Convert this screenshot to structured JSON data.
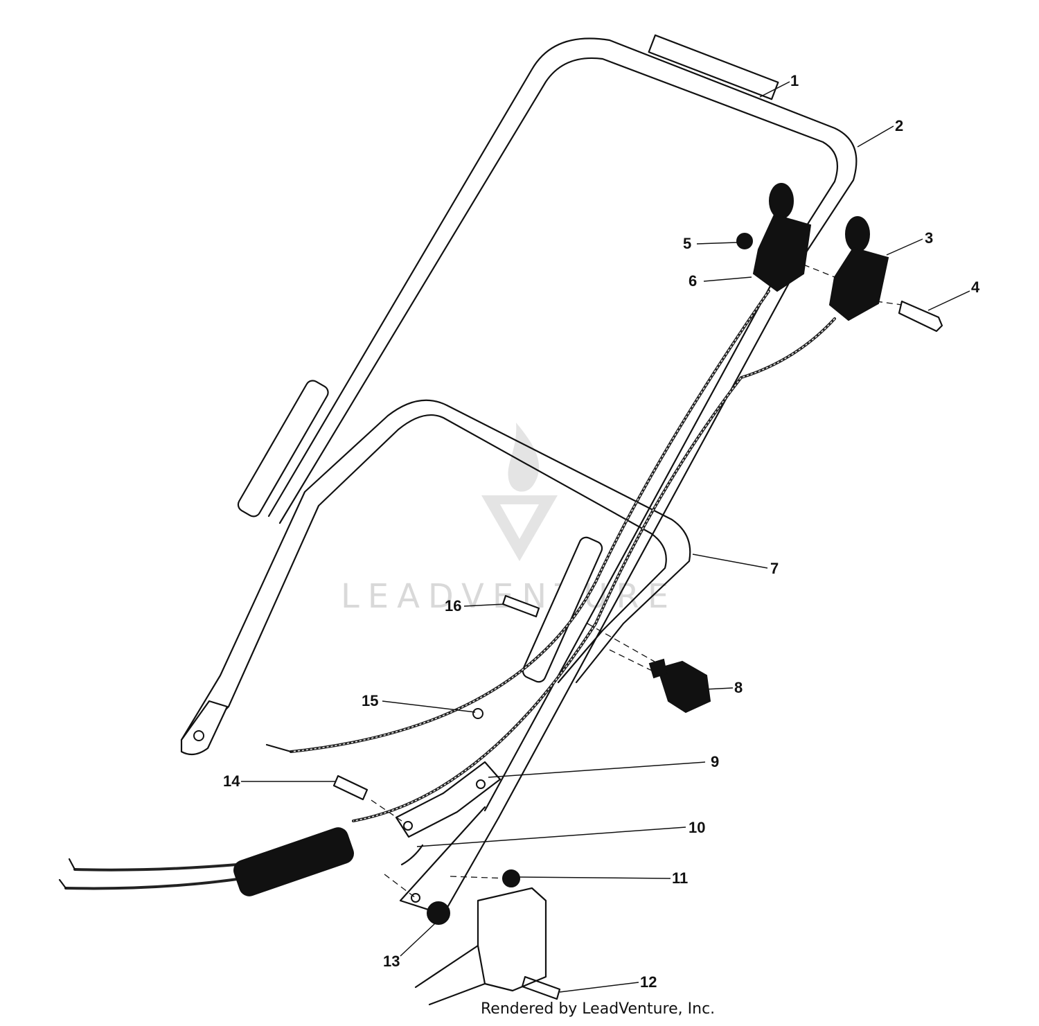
{
  "callouts": [
    {
      "label": "1"
    },
    {
      "label": "2"
    },
    {
      "label": "3"
    },
    {
      "label": "4"
    },
    {
      "label": "5"
    },
    {
      "label": "6"
    },
    {
      "label": "7"
    },
    {
      "label": "8"
    },
    {
      "label": "9"
    },
    {
      "label": "10"
    },
    {
      "label": "11"
    },
    {
      "label": "12"
    },
    {
      "label": "13"
    },
    {
      "label": "14"
    },
    {
      "label": "15"
    },
    {
      "label": "16"
    }
  ],
  "watermark": {
    "text": "LEADVENTURE"
  },
  "credit": {
    "text": "Rendered by LeadVenture, Inc."
  }
}
